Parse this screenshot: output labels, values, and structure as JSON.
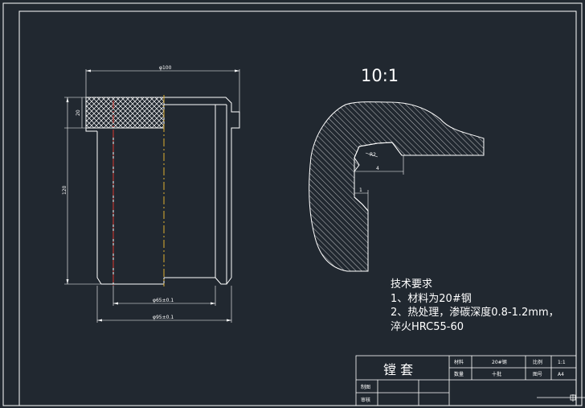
{
  "drawing": {
    "scale_label": "10:1",
    "dimensions": {
      "top_diameter": "φ100",
      "knurl_height": "20",
      "total_height": "120",
      "inner_diameter": "φ65±0.1",
      "outer_diameter": "φ95±0.1",
      "detail_radius": "R2",
      "detail_length": "4",
      "detail_step": "1"
    },
    "tech_notes": {
      "heading": "技术要求",
      "line1": "1、材料为20#钢",
      "line2": "2、热处理，渗碳深度0.8-1.2mm，",
      "line3": "淬火HRC55-60"
    },
    "title_block": {
      "part_name": "镗 套",
      "material_label": "材料",
      "material_value": "20#钢",
      "quantity_label": "数量",
      "quantity_value": "十批",
      "scale_label": "比例",
      "scale_value": "1:1",
      "sheet_label": "图号",
      "sheet_value": "A4",
      "drawn_label": "制图",
      "checked_label": "审核"
    }
  },
  "colors": {
    "background": "#212830",
    "line": "#ffffff",
    "centerline_red": "#d8372f",
    "centerline_yellow": "#e0b030"
  }
}
